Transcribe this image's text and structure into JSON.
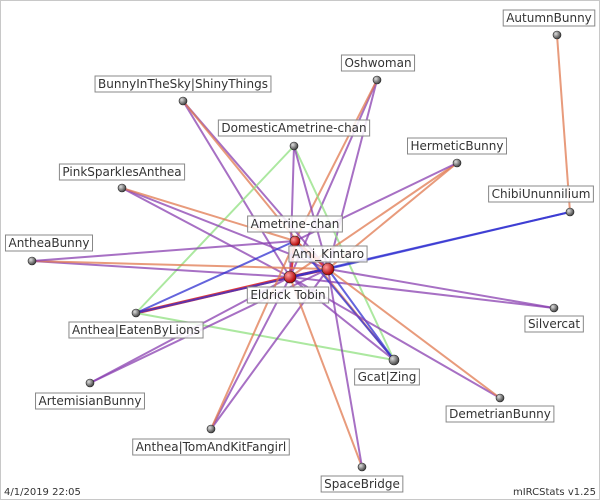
{
  "footer": {
    "date": "4/1/2019 22:05",
    "credit": "mIRCStats v1.25"
  },
  "colors": {
    "hot": "#e03030",
    "warm": "#e07a50",
    "cool": "#3030d0",
    "mid": "#8a40b0",
    "light": "#90e080",
    "node": "#555555",
    "node_hot": "#cc0000"
  },
  "nodes": [
    {
      "id": "AutumnBunny",
      "label": "AutumnBunny"
    },
    {
      "id": "Oshwoman",
      "label": "Oshwoman"
    },
    {
      "id": "BunnyInTheSky",
      "label": "BunnyInTheSky|ShinyThings"
    },
    {
      "id": "DomesticAmetrine",
      "label": "DomesticAmetrine-chan"
    },
    {
      "id": "HermeticBunny",
      "label": "HermeticBunny"
    },
    {
      "id": "PinkSparkles",
      "label": "PinkSparklesAnthea"
    },
    {
      "id": "ChibiUnunnilium",
      "label": "ChibiUnunnilium"
    },
    {
      "id": "AmetrineChan",
      "label": "Ametrine-chan"
    },
    {
      "id": "AntheaBunny",
      "label": "AntheaBunny"
    },
    {
      "id": "AmiKintaro",
      "label": "Ami_Kintaro"
    },
    {
      "id": "EldrickTobin",
      "label": "Eldrick Tobin"
    },
    {
      "id": "Silvercat",
      "label": "Silvercat"
    },
    {
      "id": "AntheaEaten",
      "label": "Anthea|EatenByLions"
    },
    {
      "id": "GcatZing",
      "label": "Gcat|Zing"
    },
    {
      "id": "ArtemisianBunny",
      "label": "ArtemisianBunny"
    },
    {
      "id": "DemetrianBunny",
      "label": "DemetrianBunny"
    },
    {
      "id": "AntheaTom",
      "label": "Anthea|TomAndKitFangirl"
    },
    {
      "id": "SpaceBridge",
      "label": "SpaceBridge"
    }
  ],
  "edges": [
    {
      "from": "AutumnBunny",
      "to": "ChibiUnunnilium",
      "tone": "warm"
    },
    {
      "from": "AmiKintaro",
      "to": "EldrickTobin",
      "tone": "hot"
    },
    {
      "from": "AmetrineChan",
      "to": "EldrickTobin",
      "tone": "hot"
    },
    {
      "from": "AmetrineChan",
      "to": "AmiKintaro",
      "tone": "hot"
    },
    {
      "from": "Oshwoman",
      "to": "EldrickTobin",
      "tone": "mid"
    },
    {
      "from": "Oshwoman",
      "to": "AmiKintaro",
      "tone": "mid"
    },
    {
      "from": "Oshwoman",
      "to": "AmetrineChan",
      "tone": "warm"
    },
    {
      "from": "BunnyInTheSky",
      "to": "EldrickTobin",
      "tone": "mid"
    },
    {
      "from": "BunnyInTheSky",
      "to": "AmiKintaro",
      "tone": "mid"
    },
    {
      "from": "BunnyInTheSky",
      "to": "GcatZing",
      "tone": "warm"
    },
    {
      "from": "DomesticAmetrine",
      "to": "AntheaEaten",
      "tone": "light"
    },
    {
      "from": "DomesticAmetrine",
      "to": "GcatZing",
      "tone": "light"
    },
    {
      "from": "DomesticAmetrine",
      "to": "EldrickTobin",
      "tone": "mid"
    },
    {
      "from": "DomesticAmetrine",
      "to": "AmiKintaro",
      "tone": "mid"
    },
    {
      "from": "HermeticBunny",
      "to": "EldrickTobin",
      "tone": "warm"
    },
    {
      "from": "HermeticBunny",
      "to": "AmiKintaro",
      "tone": "warm"
    },
    {
      "from": "HermeticBunny",
      "to": "AmetrineChan",
      "tone": "mid"
    },
    {
      "from": "PinkSparkles",
      "to": "EldrickTobin",
      "tone": "mid"
    },
    {
      "from": "PinkSparkles",
      "to": "AmiKintaro",
      "tone": "mid"
    },
    {
      "from": "PinkSparkles",
      "to": "AmetrineChan",
      "tone": "warm"
    },
    {
      "from": "ChibiUnunnilium",
      "to": "EldrickTobin",
      "tone": "cool"
    },
    {
      "from": "ChibiUnunnilium",
      "to": "AmiKintaro",
      "tone": "cool"
    },
    {
      "from": "AntheaBunny",
      "to": "EldrickTobin",
      "tone": "mid"
    },
    {
      "from": "AntheaBunny",
      "to": "AmiKintaro",
      "tone": "warm"
    },
    {
      "from": "AntheaBunny",
      "to": "AmetrineChan",
      "tone": "mid"
    },
    {
      "from": "Silvercat",
      "to": "EldrickTobin",
      "tone": "mid"
    },
    {
      "from": "Silvercat",
      "to": "AmiKintaro",
      "tone": "mid"
    },
    {
      "from": "AntheaEaten",
      "to": "EldrickTobin",
      "tone": "hot"
    },
    {
      "from": "AntheaEaten",
      "to": "AmiKintaro",
      "tone": "cool"
    },
    {
      "from": "AntheaEaten",
      "to": "AmetrineChan",
      "tone": "cool"
    },
    {
      "from": "AntheaEaten",
      "to": "GcatZing",
      "tone": "light"
    },
    {
      "from": "GcatZing",
      "to": "EldrickTobin",
      "tone": "mid"
    },
    {
      "from": "GcatZing",
      "to": "AmiKintaro",
      "tone": "cool"
    },
    {
      "from": "GcatZing",
      "to": "AmetrineChan",
      "tone": "cool"
    },
    {
      "from": "ArtemisianBunny",
      "to": "EldrickTobin",
      "tone": "mid"
    },
    {
      "from": "ArtemisianBunny",
      "to": "AmiKintaro",
      "tone": "mid"
    },
    {
      "from": "DemetrianBunny",
      "to": "EldrickTobin",
      "tone": "mid"
    },
    {
      "from": "DemetrianBunny",
      "to": "AmiKintaro",
      "tone": "warm"
    },
    {
      "from": "AntheaTom",
      "to": "EldrickTobin",
      "tone": "mid"
    },
    {
      "from": "AntheaTom",
      "to": "AmiKintaro",
      "tone": "mid"
    },
    {
      "from": "AntheaTom",
      "to": "AmetrineChan",
      "tone": "warm"
    },
    {
      "from": "SpaceBridge",
      "to": "EldrickTobin",
      "tone": "warm"
    },
    {
      "from": "SpaceBridge",
      "to": "AmiKintaro",
      "tone": "mid"
    }
  ]
}
